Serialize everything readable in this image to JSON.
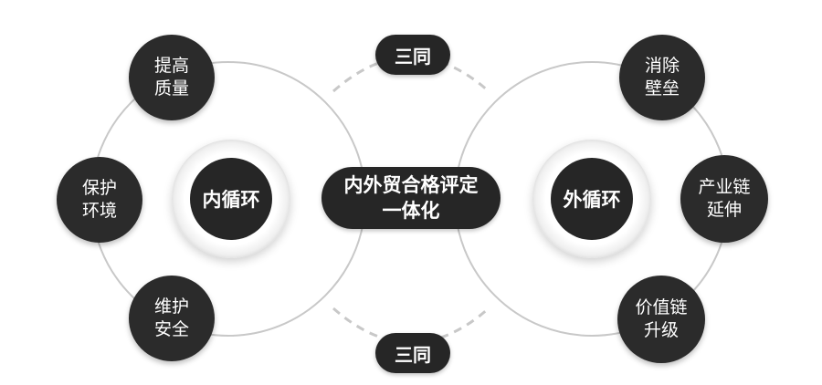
{
  "center": {
    "line1": "内外贸合格评定",
    "line2": "一体化"
  },
  "left_hub": {
    "label": "内循环"
  },
  "right_hub": {
    "label": "外循环"
  },
  "top_link": {
    "label": "三同"
  },
  "bottom_link": {
    "label": "三同"
  },
  "left_nodes": [
    {
      "line1": "提高",
      "line2": "质量"
    },
    {
      "line1": "保护",
      "line2": "环境"
    },
    {
      "line1": "维护",
      "line2": "安全"
    }
  ],
  "right_nodes": [
    {
      "line1": "消除",
      "line2": "壁垒"
    },
    {
      "line1": "产业链",
      "line2": "延伸"
    },
    {
      "line1": "价值链",
      "line2": "升级"
    }
  ],
  "colors": {
    "node": "#2b2b2b",
    "ring": "#c8c8c8",
    "dash": "#c8c8c8",
    "text": "#ffffff"
  }
}
